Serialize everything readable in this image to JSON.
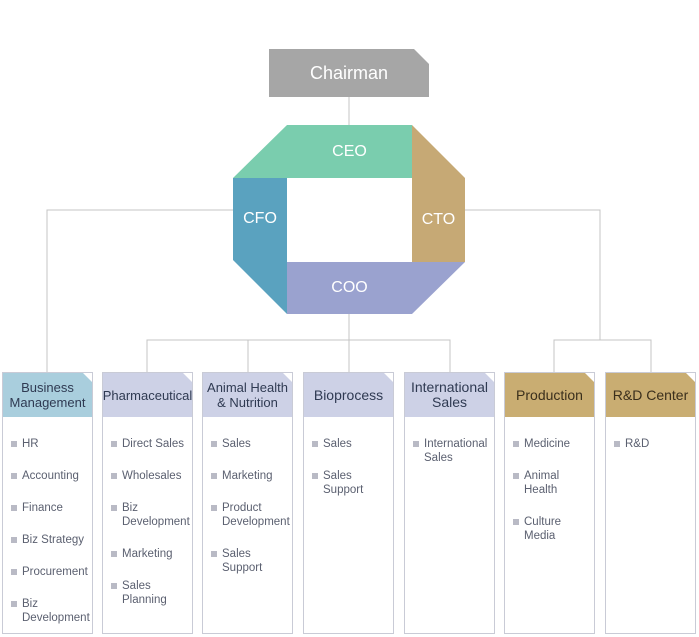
{
  "chairman": "Chairman",
  "executives": {
    "ceo": {
      "label": "CEO",
      "color": "#7acdae"
    },
    "cfo": {
      "label": "CFO",
      "color": "#5aa2bf"
    },
    "cto": {
      "label": "CTO",
      "color": "#c6a975"
    },
    "coo": {
      "label": "COO",
      "color": "#9aa2cf"
    }
  },
  "departments": [
    {
      "title": "Business Management",
      "style": "blue",
      "items": [
        "HR",
        "Accounting",
        "Finance",
        "Biz Strategy",
        "Procurement",
        "Biz Development"
      ]
    },
    {
      "title": "Pharmaceutical",
      "style": "lav",
      "items": [
        "Direct Sales",
        "Wholesales",
        "Biz Development",
        "Marketing",
        "Sales Planning"
      ]
    },
    {
      "title": "Animal Health & Nutrition",
      "style": "lav",
      "items": [
        "Sales",
        "Marketing",
        "Product Development",
        "Sales Support"
      ]
    },
    {
      "title": "Bioprocess",
      "style": "lav",
      "items": [
        "Sales",
        "Sales Support"
      ]
    },
    {
      "title": "International Sales",
      "style": "lav",
      "items": [
        "International Sales"
      ]
    },
    {
      "title": "Production",
      "style": "tan",
      "items": [
        "Medicine",
        "Animal Health",
        "Culture Media"
      ]
    },
    {
      "title": "R&D Center",
      "style": "tan",
      "items": [
        "R&D"
      ]
    }
  ]
}
